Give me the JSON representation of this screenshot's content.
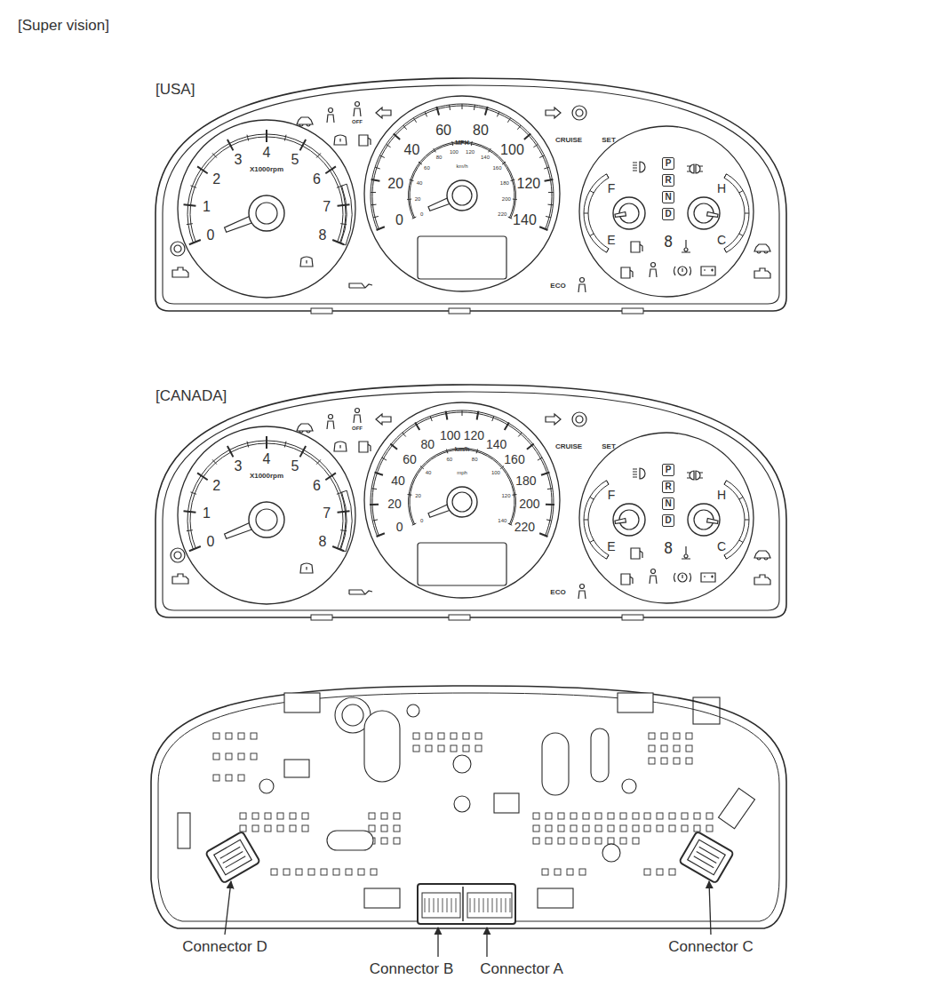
{
  "diagram": {
    "title": "[Super vision]",
    "nodes": [
      {
        "text": [
          "P"
        ]
      },
      {
        "text": [
          "R"
        ]
      },
      {
        "text": [
          "N"
        ]
      },
      {
        "text": [
          "D"
        ]
      },
      {
        "text": [
          "P"
        ]
      },
      {
        "text": [
          "R"
        ]
      },
      {
        "text": [
          "N"
        ]
      },
      {
        "text": [
          "D"
        ]
      }
    ],
    "labels": [
      "[USA]",
      "0",
      "1",
      "2",
      "3",
      "4",
      "5",
      "6",
      "7",
      "8",
      "X1000rpm",
      "0",
      "20",
      "40",
      "60",
      "80",
      "100",
      "120",
      "140",
      "MPH",
      "0",
      "20",
      "40",
      "60",
      "80",
      "100",
      "120",
      "140",
      "160",
      "180",
      "200",
      "220",
      "km/h",
      "CRUISE",
      "SET",
      "F",
      "E",
      "H",
      "C",
      "8",
      "ECO",
      "OFF",
      "[CANADA]",
      "0",
      "1",
      "2",
      "3",
      "4",
      "5",
      "6",
      "7",
      "8",
      "X1000rpm",
      "0",
      "20",
      "40",
      "60",
      "80",
      "100",
      "120",
      "140",
      "160",
      "180",
      "200",
      "220",
      "km/h",
      "0",
      "20",
      "40",
      "60",
      "80",
      "100",
      "120",
      "140",
      "mph",
      "CRUISE",
      "SET",
      "F",
      "E",
      "H",
      "C",
      "8",
      "ECO",
      "OFF",
      "Connector D",
      "Connector B",
      "Connector A",
      "Connector C"
    ]
  }
}
